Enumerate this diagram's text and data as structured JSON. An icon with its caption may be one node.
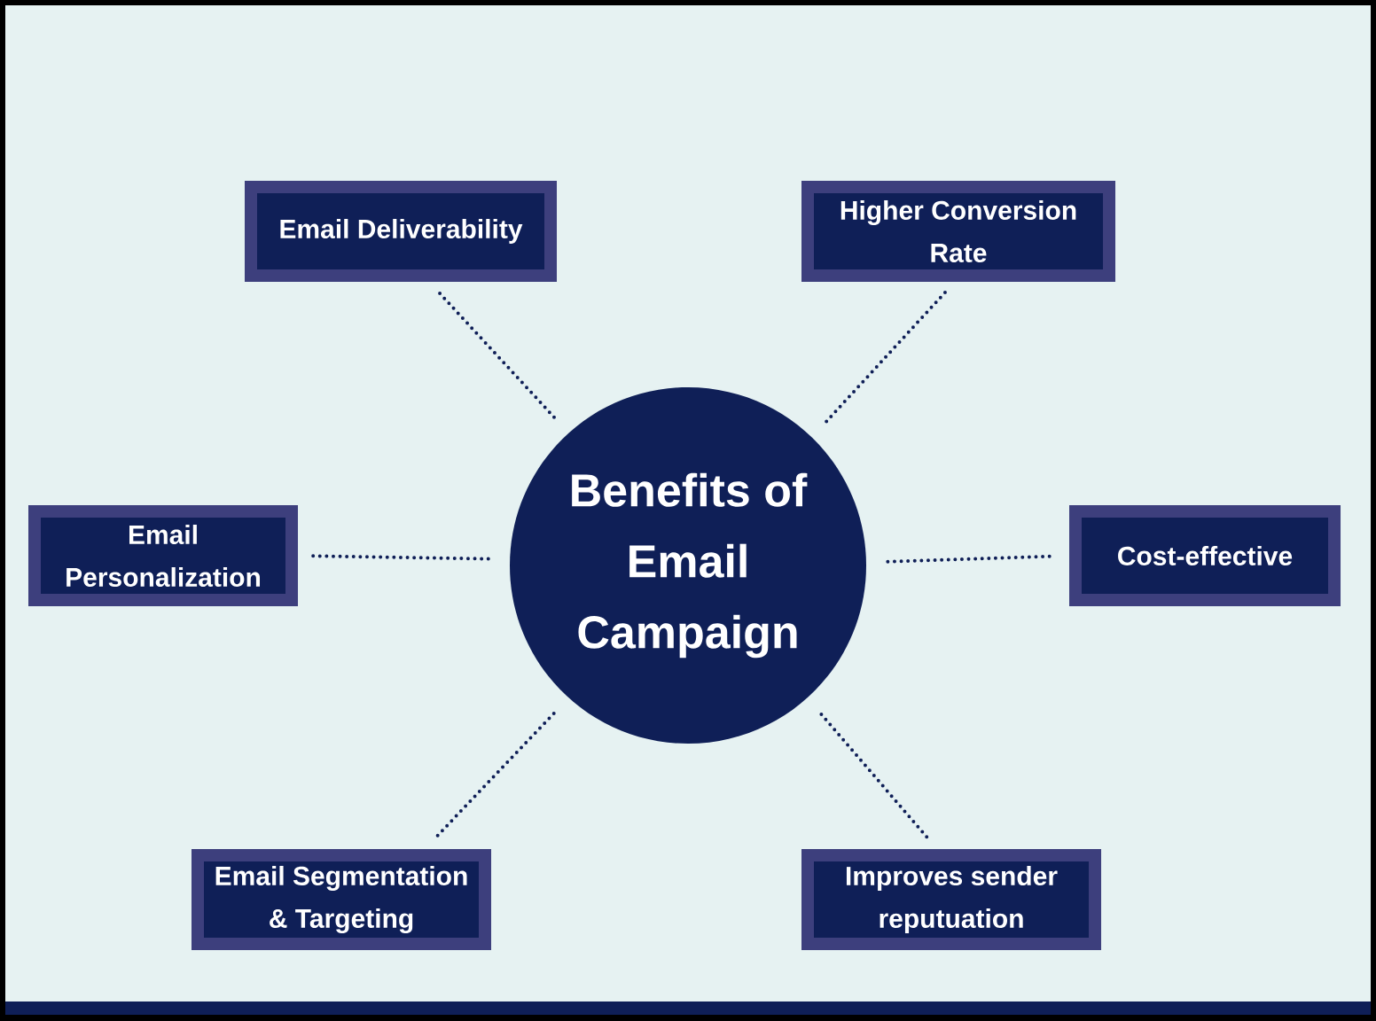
{
  "diagram": {
    "nodes": [
      {
        "text": [
          "Benefits of Email Campaign"
        ]
      },
      {
        "text": [
          "Email Deliverability"
        ]
      },
      {
        "text": [
          "Higher Conversion Rate"
        ]
      },
      {
        "text": [
          "Email Personalization"
        ]
      },
      {
        "text": [
          "Cost-effective"
        ]
      },
      {
        "text": [
          "Email Segmentation & Targeting"
        ]
      },
      {
        "text": [
          "Improves sender reputuation"
        ]
      }
    ],
    "edges": [
      {
        "from": 0,
        "to": 1,
        "arrow": "none"
      },
      {
        "from": 0,
        "to": 2,
        "arrow": "none"
      },
      {
        "from": 0,
        "to": 3,
        "arrow": "none"
      },
      {
        "from": 0,
        "to": 4,
        "arrow": "none"
      },
      {
        "from": 0,
        "to": 5,
        "arrow": "none"
      },
      {
        "from": 0,
        "to": 6,
        "arrow": "none"
      }
    ]
  }
}
